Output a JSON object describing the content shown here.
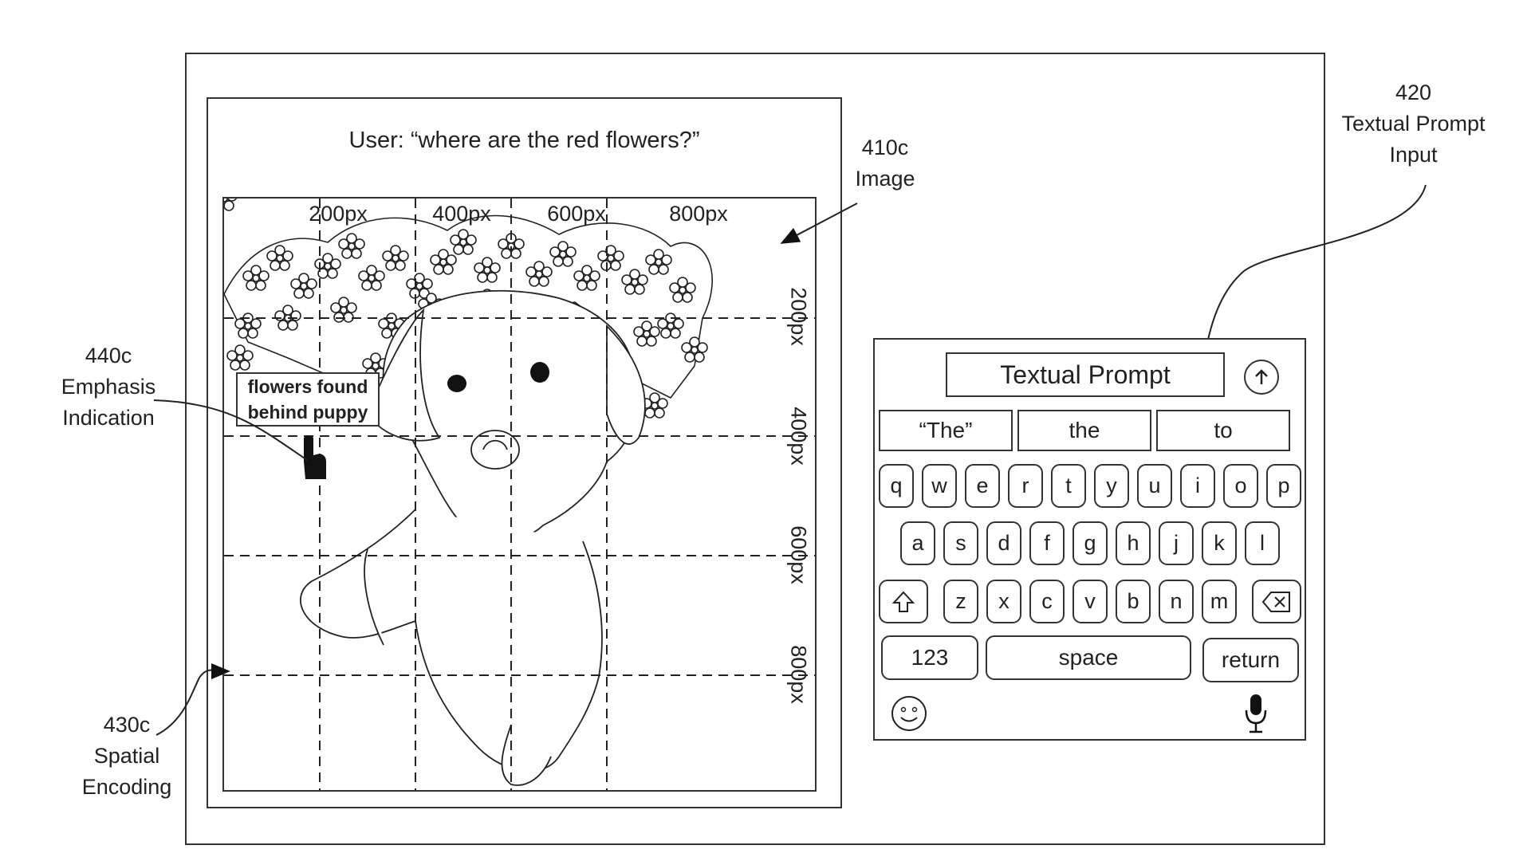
{
  "question": "User: “where are the red flowers?”",
  "image": {
    "x_ticks": [
      "200px",
      "400px",
      "600px",
      "800px"
    ],
    "y_ticks": [
      "200px",
      "400px",
      "600px",
      "800px"
    ],
    "callout": {
      "line1": "flowers found",
      "line2": "behind puppy"
    }
  },
  "labels": {
    "image_ref": {
      "number": "410c",
      "name": "Image"
    },
    "prompt_ref": {
      "number": "420",
      "line1": "Textual Prompt",
      "line2": "Input"
    },
    "emphasis_ref": {
      "number": "440c",
      "line1": "Emphasis",
      "line2": "Indication"
    },
    "spatial_ref": {
      "number": "430c",
      "line1": "Spatial",
      "line2": "Encoding"
    }
  },
  "keyboard": {
    "prompt_placeholder": "Textual Prompt",
    "suggestions": [
      "“The”",
      "the",
      "to"
    ],
    "row1": [
      "q",
      "w",
      "e",
      "r",
      "t",
      "y",
      "u",
      "i",
      "o",
      "p"
    ],
    "row2": [
      "a",
      "s",
      "d",
      "f",
      "g",
      "h",
      "j",
      "k",
      "l"
    ],
    "row3": [
      "z",
      "x",
      "c",
      "v",
      "b",
      "n",
      "m"
    ],
    "numbers_label": "123",
    "space_label": "space",
    "return_label": "return",
    "icons": {
      "send": "up-arrow-icon",
      "shift": "shift-icon",
      "delete": "delete-icon",
      "emoji": "emoji-icon",
      "mic": "microphone-icon"
    }
  }
}
